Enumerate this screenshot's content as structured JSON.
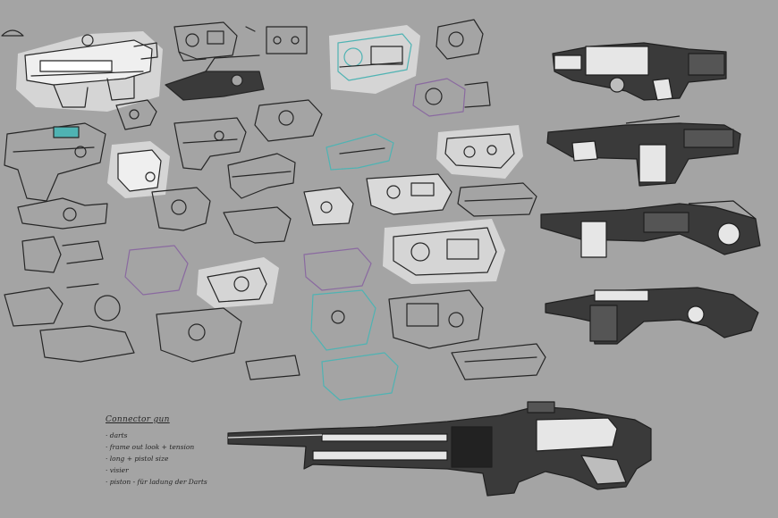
{
  "notes": {
    "title": "Connector gun",
    "items": [
      "darts",
      "frame out look + tension",
      "long + pistol size",
      "visier",
      "piston - für ladung der Darts"
    ]
  },
  "colors": {
    "background": "#a4a4a4",
    "ink": "#262626",
    "highlight": "#d9d9d9",
    "metal_dark": "#3a3a3a",
    "metal_light": "#e6e6e6",
    "accent_cyan": "#4fb3b3",
    "accent_purple": "#8a6aa0"
  }
}
